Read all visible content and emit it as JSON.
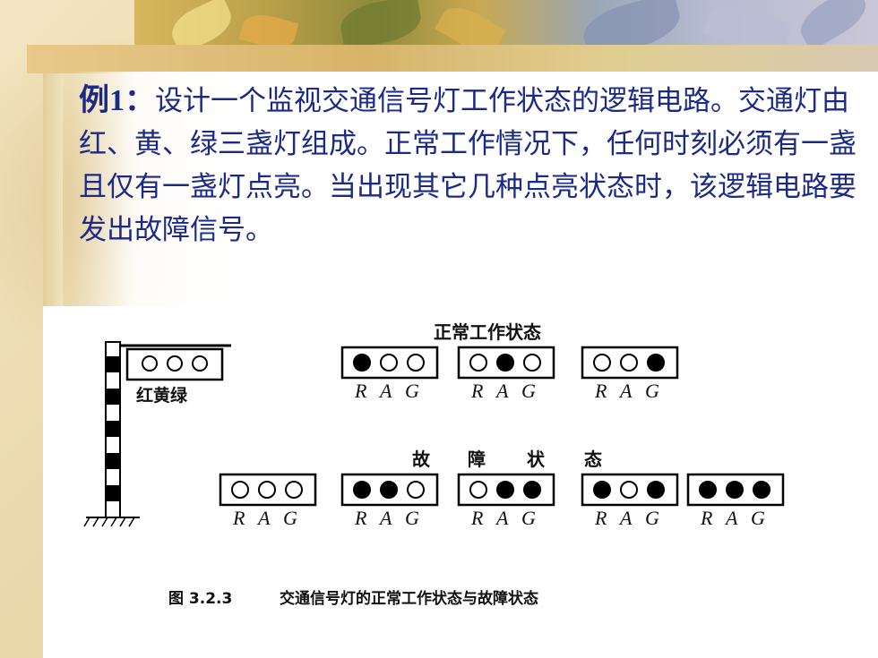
{
  "slide": {
    "example_label": "例",
    "example_number": "1",
    "example_colon": "：",
    "problem_text": "设计一个监视交通信号灯工作状态的逻辑电路。交通灯由红、黄、绿三盏灯组成。正常工作情况下，任何时刻必须有一盏且仅有一盏灯点亮。当出现其它几种点亮状态时，该逻辑电路要发出故障信号。"
  },
  "diagram": {
    "pole_light_label": "红黄绿",
    "normal_title": "正常工作状态",
    "fault_title_chars": [
      "故",
      "障",
      "状",
      "态"
    ],
    "caption_figure": "图 3.2.3",
    "caption_text": "交通信号灯的正常工作状态与故障状态",
    "light_labels": [
      "R",
      "A",
      "G"
    ],
    "normal_states": [
      {
        "lamps": [
          1,
          0,
          0
        ]
      },
      {
        "lamps": [
          0,
          1,
          0
        ]
      },
      {
        "lamps": [
          0,
          0,
          1
        ]
      }
    ],
    "fault_states": [
      {
        "lamps": [
          0,
          0,
          0
        ]
      },
      {
        "lamps": [
          1,
          1,
          0
        ]
      },
      {
        "lamps": [
          0,
          1,
          1
        ]
      },
      {
        "lamps": [
          1,
          0,
          1
        ]
      },
      {
        "lamps": [
          1,
          1,
          1
        ]
      }
    ],
    "colors": {
      "text_blue": "#1b2a86",
      "lamp_on": "#000000",
      "lamp_off": "#ffffff"
    }
  }
}
